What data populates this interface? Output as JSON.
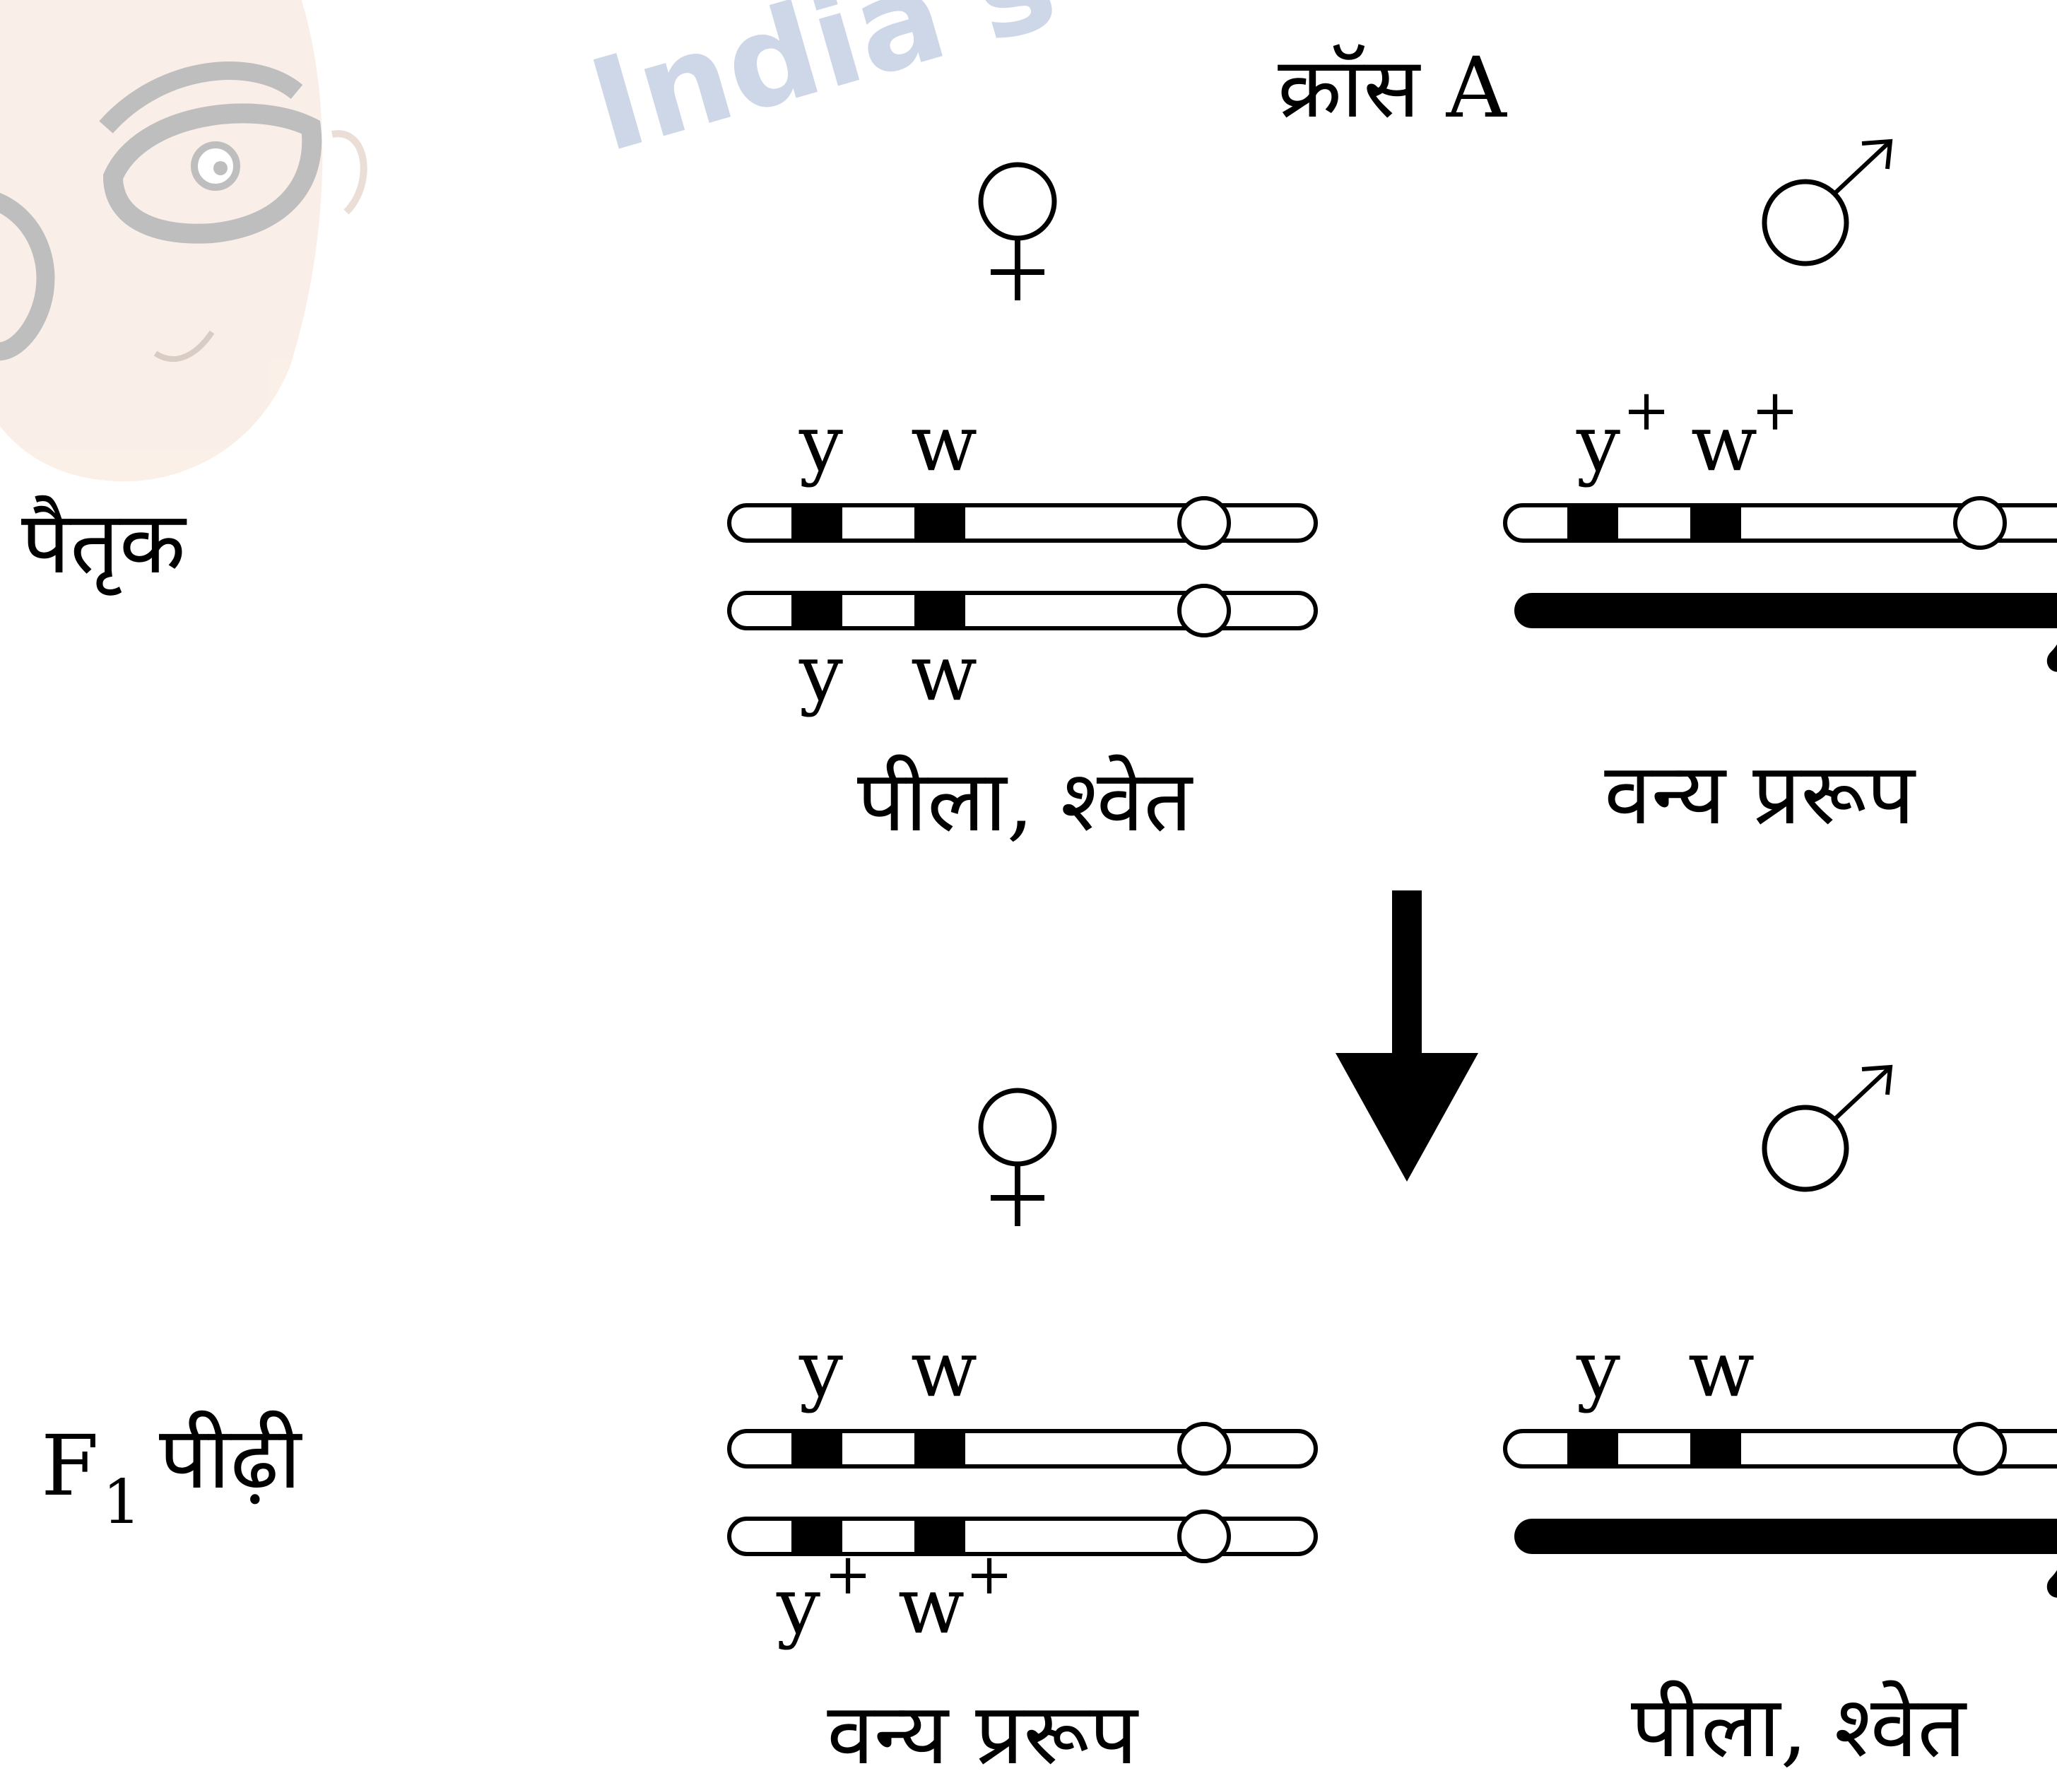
{
  "title": "क्रॉस A",
  "watermark_text": "India's",
  "symbols": {
    "female": "♀",
    "male": "♂"
  },
  "rows": {
    "parental": {
      "label": "पैतृक",
      "female": {
        "top_labels": [
          "y",
          "w"
        ],
        "bottom_labels": [
          "y",
          "w"
        ],
        "phenotype": "पीला, श्वेत"
      },
      "male": {
        "top_labels": [
          "y",
          "w"
        ],
        "top_superscripts": [
          "+",
          "+"
        ],
        "phenotype": "वन्य प्ररूप"
      }
    },
    "f1": {
      "label_main": "F",
      "label_sub": "1",
      "label_text": "पीढ़ी",
      "female": {
        "top_labels": [
          "y",
          "w"
        ],
        "bottom_labels": [
          "y",
          "w"
        ],
        "bottom_superscripts": [
          "+",
          "+"
        ],
        "phenotype": "वन्य प्ररूप"
      },
      "male": {
        "top_labels": [
          "y",
          "w"
        ],
        "phenotype": "पीला, श्वेत"
      }
    }
  },
  "colors": {
    "ink": "#000000",
    "watermark": "#c9d3e6",
    "mascot_skin": "#f6e3d6",
    "mascot_glasses": "#8a8a8a"
  }
}
